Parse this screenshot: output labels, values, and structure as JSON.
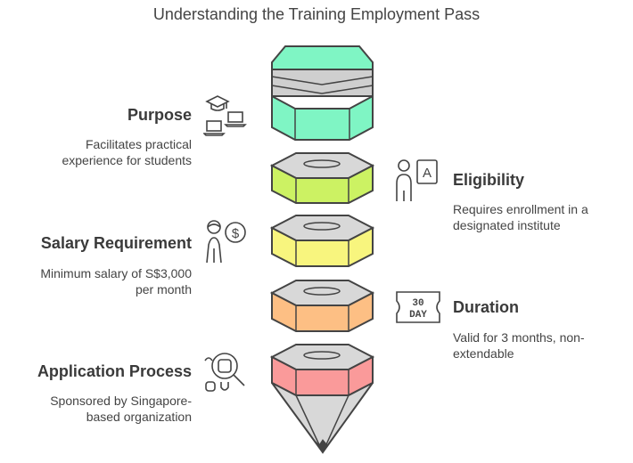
{
  "title": "Understanding the Training Employment Pass",
  "steps": [
    {
      "heading": "Purpose",
      "desc_line1": "Facilitates practical",
      "desc_line2": "experience for students",
      "icon": "graduation-cap-laptop-icon",
      "color": "#7ff5c4"
    },
    {
      "heading": "Eligibility",
      "desc_line1": "Requires enrollment in a",
      "desc_line2": "designated institute",
      "icon": "person-document-icon",
      "color": "#ccf263"
    },
    {
      "heading": "Salary Requirement",
      "desc_line1": "Minimum salary of S$3,000",
      "desc_line2": "per month",
      "icon": "person-dollar-icon",
      "color": "#f8f57e"
    },
    {
      "heading": "Duration",
      "desc_line1": "Valid for 3 months, non-",
      "desc_line2": "extendable",
      "icon": "30-day-calendar-icon",
      "color": "#fdbf84"
    },
    {
      "heading": "Application Process",
      "desc_line1": "Sponsored by Singapore-",
      "desc_line2": "based organization",
      "icon": "search-people-icon",
      "color": "#fa9a9a"
    }
  ],
  "calendar_icon_text": {
    "line1": "30",
    "line2": "DAY"
  }
}
